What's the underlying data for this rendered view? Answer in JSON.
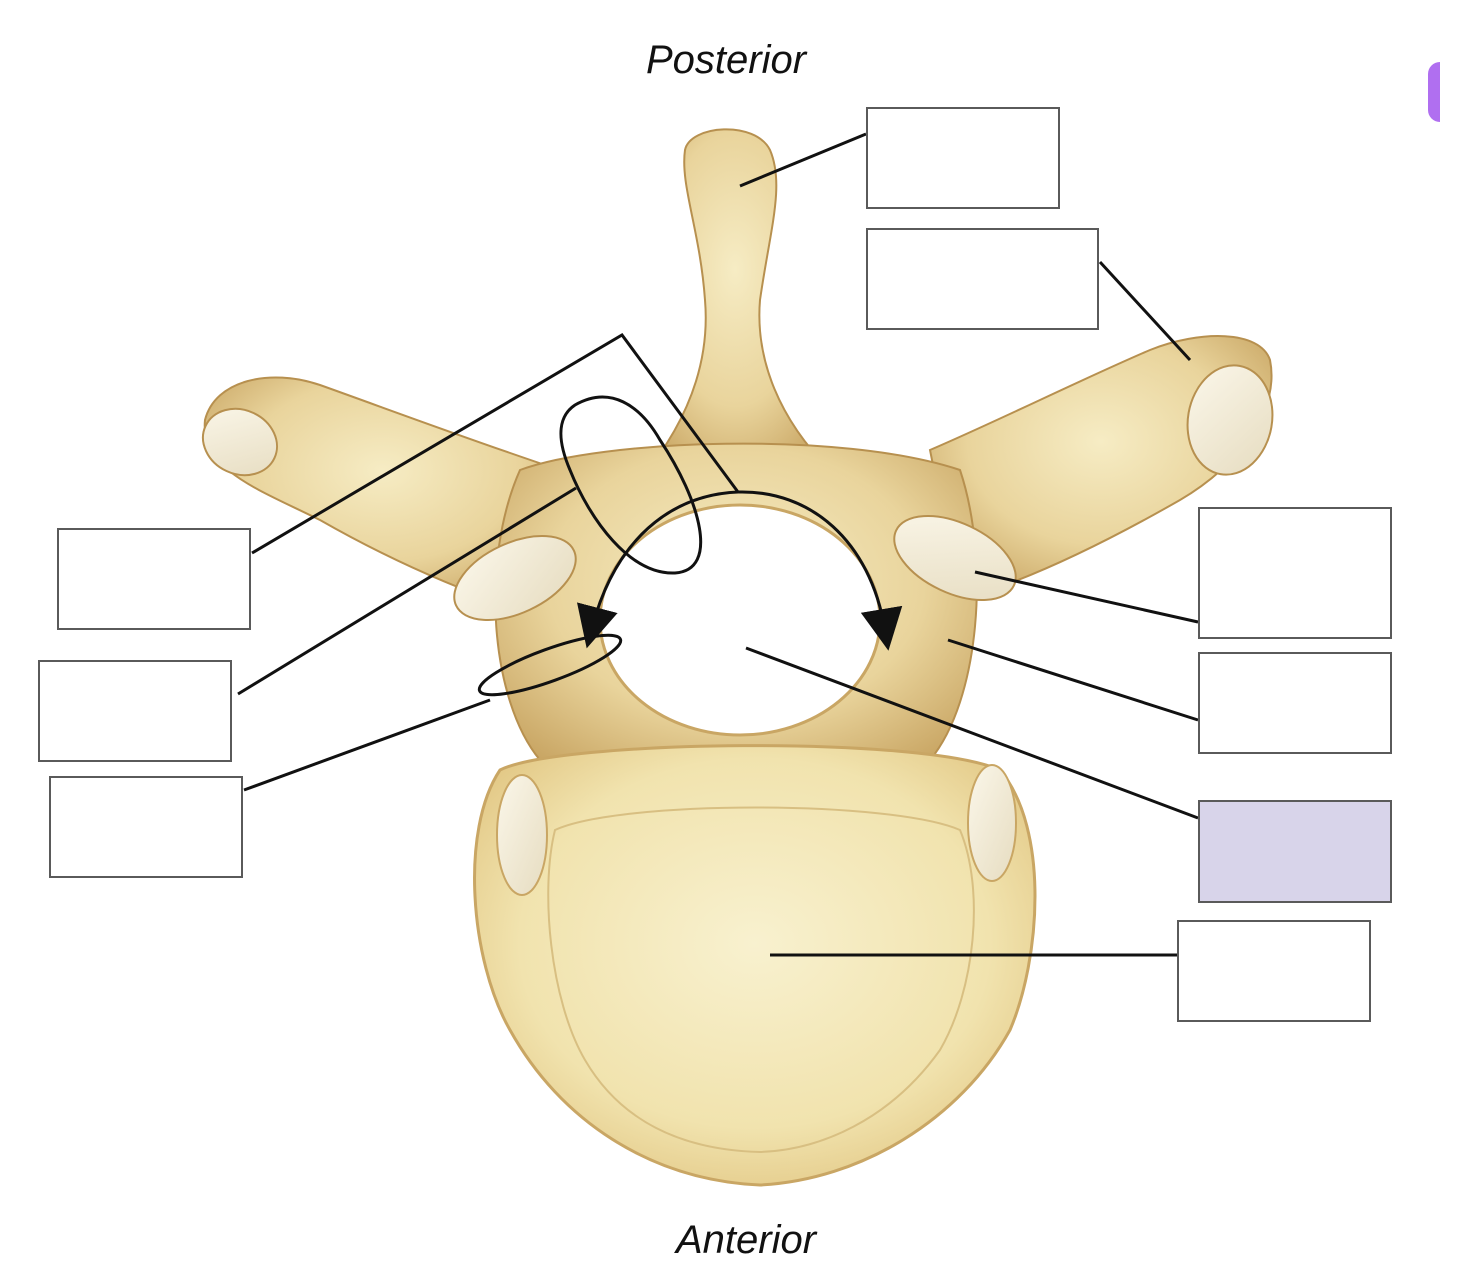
{
  "orientation": {
    "top": "Posterior",
    "bottom": "Anterior"
  },
  "label_boxes": [
    {
      "id": "spinous-process-label",
      "text": "",
      "active": false
    },
    {
      "id": "transverse-process-label",
      "text": "",
      "active": false
    },
    {
      "id": "lamina-label",
      "text": "",
      "active": false
    },
    {
      "id": "vertebral-arch-label",
      "text": "",
      "active": false
    },
    {
      "id": "pedicle-label",
      "text": "",
      "active": false
    },
    {
      "id": "superior-articular-facet-label",
      "text": "",
      "active": false
    },
    {
      "id": "superior-articular-process-label",
      "text": "",
      "active": false
    },
    {
      "id": "vertebral-foramen-label",
      "text": "",
      "active": true
    },
    {
      "id": "body-label",
      "text": "",
      "active": false
    }
  ],
  "colors": {
    "bone": "#e8d29a",
    "bone_shade": "#c9a664",
    "bone_light": "#f6ecc8",
    "facet": "#f3ecd6",
    "active_box": "#d8d4ea",
    "leader": "#111111"
  }
}
